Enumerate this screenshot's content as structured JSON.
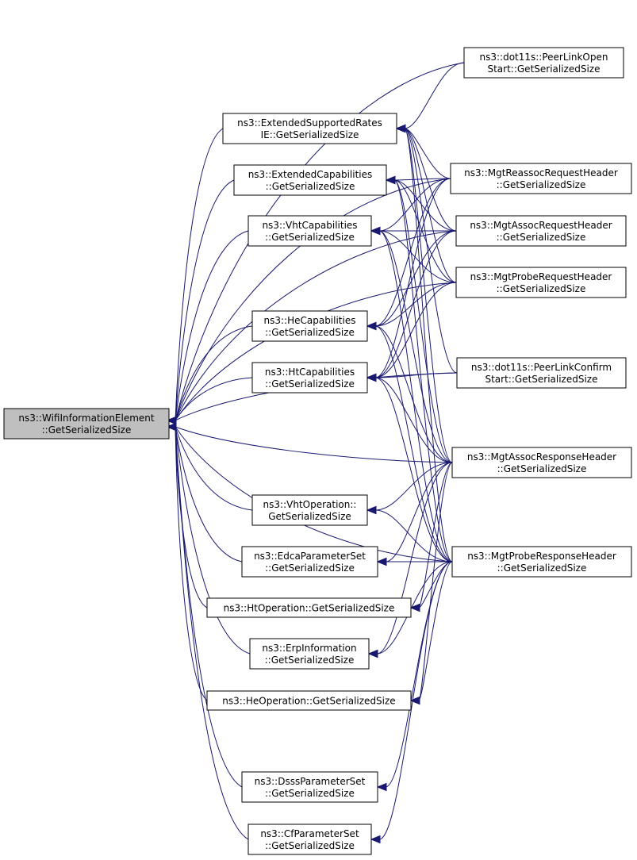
{
  "diagram": {
    "type": "call-graph",
    "colors": {
      "edge": "#191970",
      "root_fill": "#bfbfbf",
      "node_fill": "#ffffff",
      "node_stroke": "#000000"
    },
    "nodes": [
      {
        "id": "root",
        "lines": [
          "ns3::WifiInformationElement",
          "::GetSerializedSize"
        ],
        "root": true
      },
      {
        "id": "ext_sup_rates",
        "lines": [
          "ns3::ExtendedSupportedRates",
          "IE::GetSerializedSize"
        ]
      },
      {
        "id": "ext_caps",
        "lines": [
          "ns3::ExtendedCapabilities",
          "::GetSerializedSize"
        ]
      },
      {
        "id": "vht_caps",
        "lines": [
          "ns3::VhtCapabilities",
          "::GetSerializedSize"
        ]
      },
      {
        "id": "he_caps",
        "lines": [
          "ns3::HeCapabilities",
          "::GetSerializedSize"
        ]
      },
      {
        "id": "ht_caps",
        "lines": [
          "ns3::HtCapabilities",
          "::GetSerializedSize"
        ]
      },
      {
        "id": "vht_op",
        "lines": [
          "ns3::VhtOperation::",
          "GetSerializedSize"
        ]
      },
      {
        "id": "edca",
        "lines": [
          "ns3::EdcaParameterSet",
          "::GetSerializedSize"
        ]
      },
      {
        "id": "ht_op",
        "lines": [
          "ns3::HtOperation::GetSerializedSize"
        ]
      },
      {
        "id": "erp",
        "lines": [
          "ns3::ErpInformation",
          "::GetSerializedSize"
        ]
      },
      {
        "id": "he_op",
        "lines": [
          "ns3::HeOperation::GetSerializedSize"
        ]
      },
      {
        "id": "dsss",
        "lines": [
          "ns3::DsssParameterSet",
          "::GetSerializedSize"
        ]
      },
      {
        "id": "cf",
        "lines": [
          "ns3::CfParameterSet",
          "::GetSerializedSize"
        ]
      },
      {
        "id": "peer_open",
        "lines": [
          "ns3::dot11s::PeerLinkOpen",
          "Start::GetSerializedSize"
        ]
      },
      {
        "id": "reassoc_req",
        "lines": [
          "ns3::MgtReassocRequestHeader",
          "::GetSerializedSize"
        ]
      },
      {
        "id": "assoc_req",
        "lines": [
          "ns3::MgtAssocRequestHeader",
          "::GetSerializedSize"
        ]
      },
      {
        "id": "probe_req",
        "lines": [
          "ns3::MgtProbeRequestHeader",
          "::GetSerializedSize"
        ]
      },
      {
        "id": "peer_confirm",
        "lines": [
          "ns3::dot11s::PeerLinkConfirm",
          "Start::GetSerializedSize"
        ]
      },
      {
        "id": "assoc_resp",
        "lines": [
          "ns3::MgtAssocResponseHeader",
          "::GetSerializedSize"
        ]
      },
      {
        "id": "probe_resp",
        "lines": [
          "ns3::MgtProbeResponseHeader",
          "::GetSerializedSize"
        ]
      }
    ],
    "edges": [
      {
        "from": "ext_sup_rates",
        "to": "root"
      },
      {
        "from": "ext_caps",
        "to": "root"
      },
      {
        "from": "vht_caps",
        "to": "root"
      },
      {
        "from": "he_caps",
        "to": "root"
      },
      {
        "from": "ht_caps",
        "to": "root"
      },
      {
        "from": "vht_op",
        "to": "root"
      },
      {
        "from": "edca",
        "to": "root"
      },
      {
        "from": "ht_op",
        "to": "root"
      },
      {
        "from": "erp",
        "to": "root"
      },
      {
        "from": "he_op",
        "to": "root"
      },
      {
        "from": "dsss",
        "to": "root"
      },
      {
        "from": "cf",
        "to": "root"
      },
      {
        "from": "peer_open",
        "to": "root"
      },
      {
        "from": "reassoc_req",
        "to": "root"
      },
      {
        "from": "assoc_req",
        "to": "root"
      },
      {
        "from": "probe_req",
        "to": "root"
      },
      {
        "from": "peer_confirm",
        "to": "root"
      },
      {
        "from": "assoc_resp",
        "to": "root"
      },
      {
        "from": "probe_resp",
        "to": "root"
      },
      {
        "from": "peer_open",
        "to": "ext_sup_rates"
      },
      {
        "from": "reassoc_req",
        "to": "ext_sup_rates"
      },
      {
        "from": "assoc_req",
        "to": "ext_sup_rates"
      },
      {
        "from": "probe_req",
        "to": "ext_sup_rates"
      },
      {
        "from": "peer_confirm",
        "to": "ext_sup_rates"
      },
      {
        "from": "assoc_resp",
        "to": "ext_sup_rates"
      },
      {
        "from": "probe_resp",
        "to": "ext_sup_rates"
      },
      {
        "from": "reassoc_req",
        "to": "ext_caps"
      },
      {
        "from": "assoc_req",
        "to": "ext_caps"
      },
      {
        "from": "probe_req",
        "to": "ext_caps"
      },
      {
        "from": "assoc_resp",
        "to": "ext_caps"
      },
      {
        "from": "probe_resp",
        "to": "ext_caps"
      },
      {
        "from": "reassoc_req",
        "to": "vht_caps"
      },
      {
        "from": "assoc_req",
        "to": "vht_caps"
      },
      {
        "from": "probe_req",
        "to": "vht_caps"
      },
      {
        "from": "assoc_resp",
        "to": "vht_caps"
      },
      {
        "from": "probe_resp",
        "to": "vht_caps"
      },
      {
        "from": "reassoc_req",
        "to": "he_caps"
      },
      {
        "from": "assoc_req",
        "to": "he_caps"
      },
      {
        "from": "probe_req",
        "to": "he_caps"
      },
      {
        "from": "assoc_resp",
        "to": "he_caps"
      },
      {
        "from": "probe_resp",
        "to": "he_caps"
      },
      {
        "from": "reassoc_req",
        "to": "ht_caps"
      },
      {
        "from": "assoc_req",
        "to": "ht_caps"
      },
      {
        "from": "probe_req",
        "to": "ht_caps"
      },
      {
        "from": "peer_confirm",
        "to": "ht_caps"
      },
      {
        "from": "assoc_resp",
        "to": "ht_caps"
      },
      {
        "from": "probe_resp",
        "to": "ht_caps"
      },
      {
        "from": "assoc_resp",
        "to": "vht_op"
      },
      {
        "from": "probe_resp",
        "to": "vht_op"
      },
      {
        "from": "assoc_resp",
        "to": "edca"
      },
      {
        "from": "probe_resp",
        "to": "edca"
      },
      {
        "from": "assoc_resp",
        "to": "ht_op"
      },
      {
        "from": "probe_resp",
        "to": "ht_op"
      },
      {
        "from": "assoc_resp",
        "to": "erp"
      },
      {
        "from": "probe_resp",
        "to": "erp"
      },
      {
        "from": "assoc_resp",
        "to": "he_op"
      },
      {
        "from": "probe_resp",
        "to": "he_op"
      },
      {
        "from": "probe_resp",
        "to": "dsss"
      },
      {
        "from": "probe_resp",
        "to": "cf"
      }
    ]
  }
}
